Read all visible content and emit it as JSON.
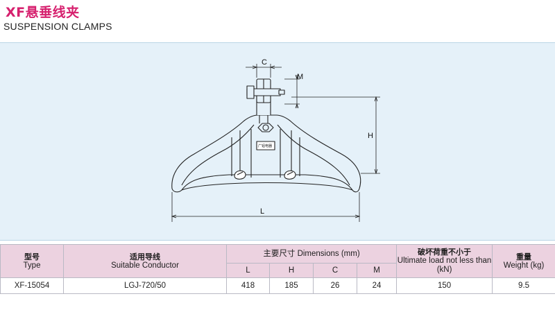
{
  "header": {
    "title_cn": "XF悬垂线夹",
    "title_en": "SUSPENSION CLAMPS"
  },
  "drawing": {
    "dim_c": "C",
    "dim_m": "M",
    "dim_h": "H",
    "dim_l": "L",
    "nameplate": "广铝电器"
  },
  "table": {
    "col_type_cn": "型号",
    "col_type_en": "Type",
    "col_conductor_cn": "适用导线",
    "col_conductor_en": "Suitable Conductor",
    "col_dimensions": "主要尺寸 Dimensions (mm)",
    "sub_l": "L",
    "sub_h": "H",
    "sub_c": "C",
    "sub_m": "M",
    "col_load_cn": "破坏荷重不小于",
    "col_load_en": "Ultimate load not less than (kN)",
    "col_weight_cn": "重量",
    "col_weight_en": "Weight (kg)",
    "rows": [
      {
        "type": "XF-15054",
        "conductor": "LGJ-720/50",
        "l": "418",
        "h": "185",
        "c": "26",
        "m": "24",
        "load": "150",
        "weight": "9.5"
      }
    ]
  },
  "colors": {
    "title_accent": "#d6206e",
    "panel_bg": "#e5f1f9",
    "table_header_bg": "#ecd2e0"
  }
}
